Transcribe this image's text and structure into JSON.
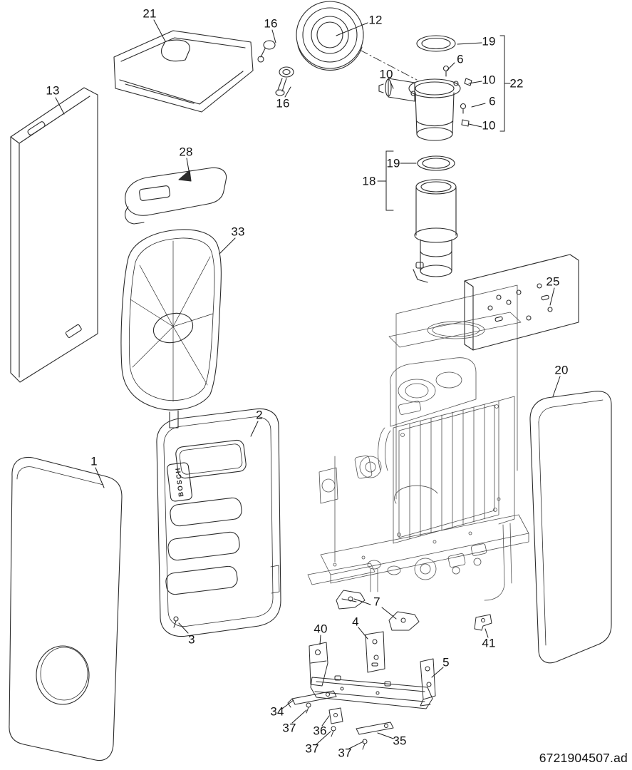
{
  "document": {
    "doc_id": "6721904507.ad"
  },
  "drawing": {
    "brand": "BOSCH"
  },
  "callouts": [
    {
      "label": "21"
    },
    {
      "label": "16"
    },
    {
      "label": "12"
    },
    {
      "label": "19"
    },
    {
      "label": "6"
    },
    {
      "label": "10"
    },
    {
      "label": "10"
    },
    {
      "label": "22"
    },
    {
      "label": "6"
    },
    {
      "label": "16"
    },
    {
      "label": "10"
    },
    {
      "label": "13"
    },
    {
      "label": "28"
    },
    {
      "label": "19"
    },
    {
      "label": "18"
    },
    {
      "label": "33"
    },
    {
      "label": "25"
    },
    {
      "label": "20"
    },
    {
      "label": "2"
    },
    {
      "label": "1"
    },
    {
      "label": "3"
    },
    {
      "label": "7"
    },
    {
      "label": "4"
    },
    {
      "label": "40"
    },
    {
      "label": "41"
    },
    {
      "label": "5"
    },
    {
      "label": "34"
    },
    {
      "label": "37"
    },
    {
      "label": "36"
    },
    {
      "label": "35"
    },
    {
      "label": "37"
    },
    {
      "label": "37"
    }
  ]
}
